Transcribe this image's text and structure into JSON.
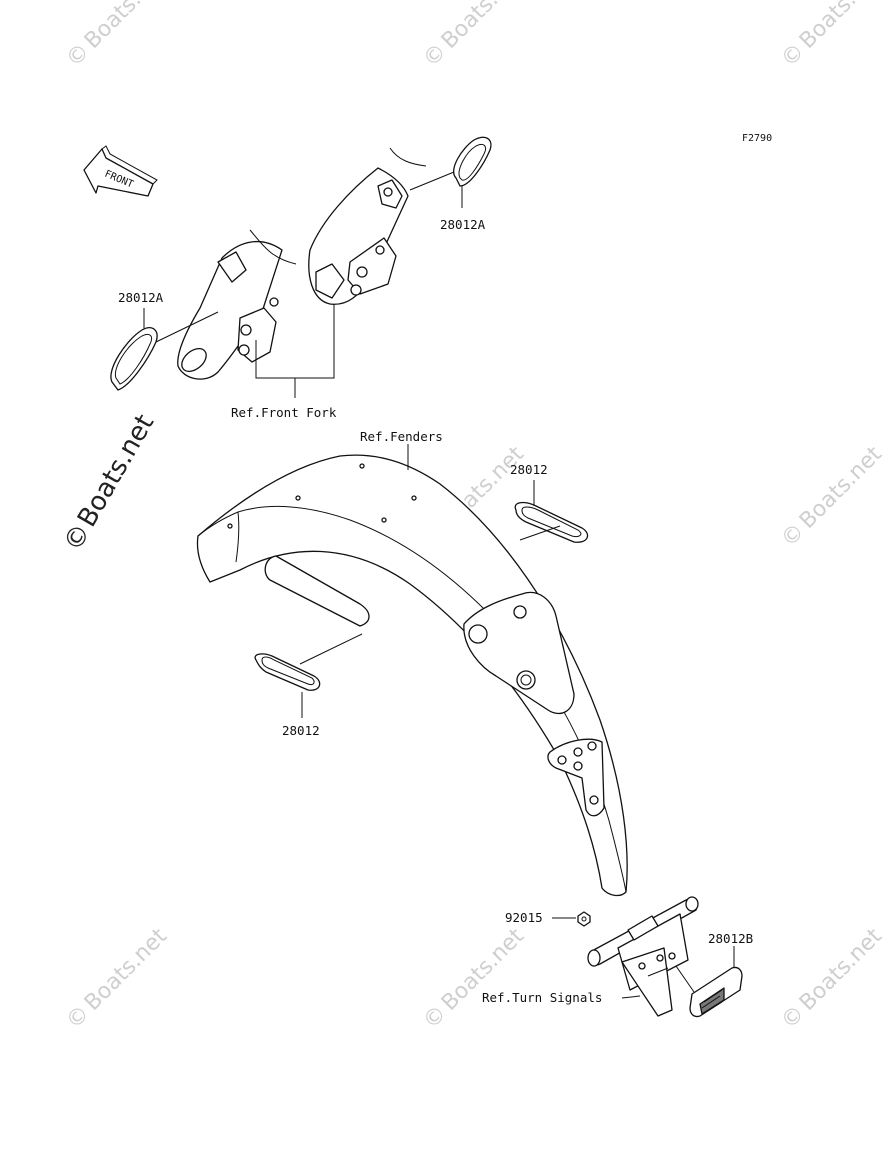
{
  "figure_code": "F2790",
  "front_arrow": {
    "text": "FRONT"
  },
  "callouts": {
    "fork_left_reflector": "28012A",
    "fork_right_reflector": "28012A",
    "fork_ref": "Ref.Front Fork",
    "fender_ref": "Ref.Fenders",
    "fender_right_reflector": "28012",
    "fender_left_reflector": "28012",
    "nut": "92015",
    "rear_reflector": "28012B",
    "turn_signal_ref": "Ref.Turn Signals"
  },
  "watermark": {
    "text": "Boats.net",
    "symbol": "©"
  }
}
